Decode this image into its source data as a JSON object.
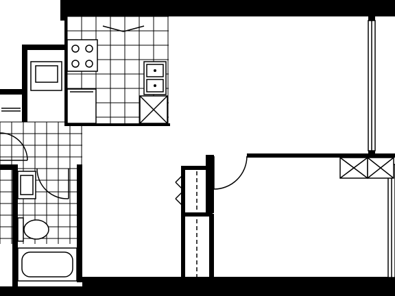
{
  "plan": {
    "labels": [],
    "colors": {
      "wall": "#000000",
      "floor": "#ffffff",
      "tile": "#000000"
    },
    "rooms": [
      {
        "id": "kitchen",
        "fixtures": [
          "range-icon",
          "double-sink-icon",
          "dishwasher-icon",
          "fridge-icon"
        ]
      },
      {
        "id": "bathroom",
        "fixtures": [
          "vanity-sink-icon",
          "toilet-icon",
          "bathtub-icon"
        ]
      },
      {
        "id": "laundry",
        "fixtures": [
          "washer-icon"
        ]
      },
      {
        "id": "closet",
        "fixtures": [
          "wardrobe-icon"
        ]
      },
      {
        "id": "bedroom",
        "fixtures": [
          "sliding-door-icon"
        ]
      },
      {
        "id": "living-room",
        "fixtures": [
          "window-icon"
        ]
      }
    ]
  }
}
